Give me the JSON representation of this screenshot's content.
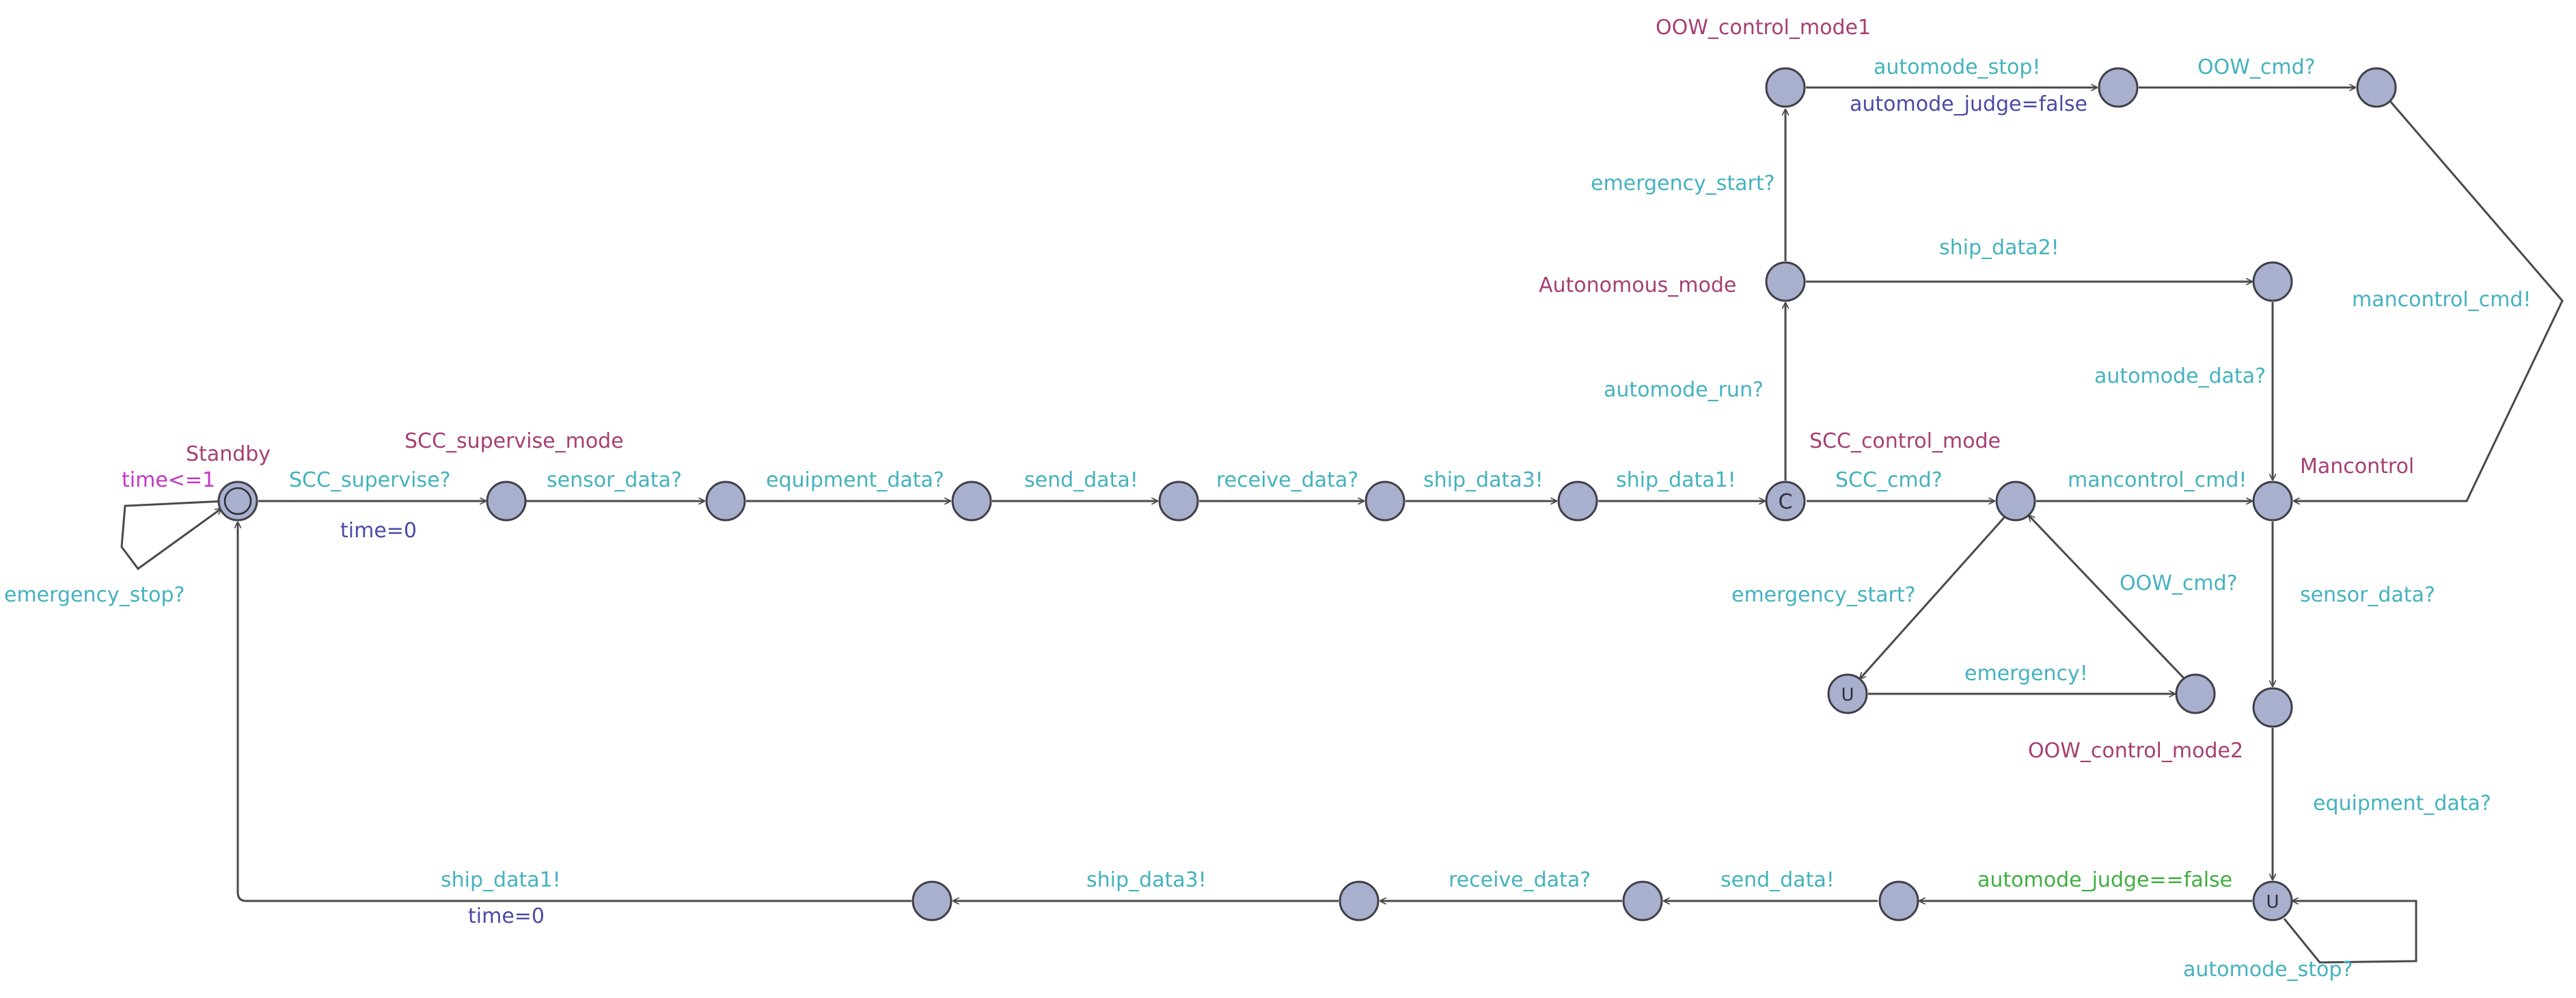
{
  "colors": {
    "location_fill": "#a9b0ce",
    "location_stroke": "#3f3f48",
    "edge": "#4a4a4a",
    "location_name": "#a63f73",
    "sync": "#44b2bf",
    "update": "#4a4aa6",
    "guard": "#3fae3f",
    "invariant": "#c436c4"
  },
  "locations": {
    "standby": "Standby",
    "scc_supervise_mode": "SCC_supervise_mode",
    "scc_control_mode": "SCC_control_mode",
    "autonomous_mode": "Autonomous_mode",
    "oow_control_mode1": "OOW_control_mode1",
    "oow_control_mode2": "OOW_control_mode2",
    "mancontrol": "Mancontrol"
  },
  "location_markers": {
    "initial": "initial-marker-icon",
    "committed": "C",
    "urgent": "U"
  },
  "invariants": {
    "standby": "time<=1"
  },
  "edges": {
    "standby_self": "emergency_stop?",
    "standby_to_scc": "SCC_supervise?",
    "standby_to_scc_update": "time=0",
    "sensor_data": "sensor_data?",
    "equipment_data": "equipment_data?",
    "send_data": "send_data!",
    "receive_data": "receive_data?",
    "ship_data3": "ship_data3!",
    "ship_data1": "ship_data1!",
    "scc_cmd": "SCC_cmd?",
    "mancontrol_cmd_top": "mancontrol_cmd!",
    "emergency_start_left": "emergency_start?",
    "oow_cmd_right": "OOW_cmd?",
    "emergency": "emergency!",
    "automode_run": "automode_run?",
    "emergency_start_top": "emergency_start?",
    "automode_stop": "automode_stop!",
    "automode_judge_false": "automode_judge=false",
    "oow_cmd_top": "OOW_cmd?",
    "ship_data2": "ship_data2!",
    "automode_data": "automode_data?",
    "mancontrol_cmd_right": "mancontrol_cmd!",
    "sensor_data_right": "sensor_data?",
    "equipment_data_right": "equipment_data?",
    "automode_stop_self": "automode_stop?",
    "guard_automode_judge": "automode_judge==false",
    "send_data_bottom": "send_data!",
    "receive_data_bottom": "receive_data?",
    "ship_data3_bottom": "ship_data3!",
    "ship_data1_bottom": "ship_data1!",
    "time_reset_bottom": "time=0"
  }
}
